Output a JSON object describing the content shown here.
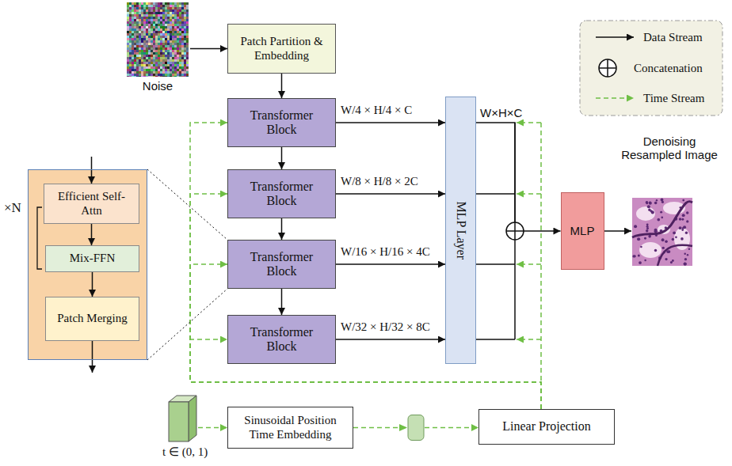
{
  "diagram": {
    "nodes": [
      {
        "text": [
          "Patch Partition & Embedding"
        ]
      },
      {
        "text": [
          "Transformer Block"
        ]
      },
      {
        "text": [
          "Transformer Block"
        ]
      },
      {
        "text": [
          "Transformer Block"
        ]
      },
      {
        "text": [
          "Transformer Block"
        ]
      },
      {
        "text": [
          "MLP Layer"
        ]
      },
      {
        "text": [
          "MLP"
        ]
      },
      {
        "text": [
          "×N"
        ]
      },
      {
        "text": [
          "Efficient Self-Attn"
        ],
        "in": 7
      },
      {
        "text": [
          "Mix-FFN"
        ],
        "in": 7
      },
      {
        "text": [
          "Patch Merging"
        ],
        "in": 7
      },
      {
        "text": [
          "Sinusoidal Position Time Embedding"
        ]
      },
      {
        "text": [
          "Linear Projection"
        ]
      }
    ],
    "edges": [
      {
        "from": 0,
        "to": 1,
        "arrow": "to"
      },
      {
        "from": 1,
        "to": 2,
        "arrow": "to"
      },
      {
        "from": 2,
        "to": 3,
        "arrow": "to"
      },
      {
        "from": 3,
        "to": 4,
        "arrow": "to"
      },
      {
        "from": 1,
        "to": 5,
        "arrow": "to"
      },
      {
        "from": 2,
        "to": 5,
        "arrow": "to"
      },
      {
        "from": 3,
        "to": 5,
        "arrow": "to"
      },
      {
        "from": 4,
        "to": 5,
        "arrow": "to"
      },
      {
        "from": 5,
        "to": 6,
        "arrow": "to"
      },
      {
        "from": 8,
        "to": 9,
        "arrow": "to"
      },
      {
        "from": 9,
        "to": 10,
        "arrow": "to"
      },
      {
        "from": 11,
        "to": 12,
        "arrow": "to"
      },
      {
        "from": 12,
        "to": 1,
        "arrow": "to"
      },
      {
        "from": 12,
        "to": 2,
        "arrow": "to"
      },
      {
        "from": 12,
        "to": 3,
        "arrow": "to"
      },
      {
        "from": 12,
        "to": 4,
        "arrow": "to"
      }
    ],
    "labels": [
      "Noise",
      "W/4 × H/4 × C",
      "W/8 × H/8 × 2C",
      "W/16 × H/16 × 4C",
      "W/32 × H/32 × 8C",
      "W×H×C",
      "Denoising Resampled Image",
      "t ∈ (0, 1)"
    ],
    "legend": [
      {
        "text": "Data Stream"
      },
      {
        "text": "Concatenation"
      },
      {
        "text": "Time Stream"
      }
    ]
  }
}
